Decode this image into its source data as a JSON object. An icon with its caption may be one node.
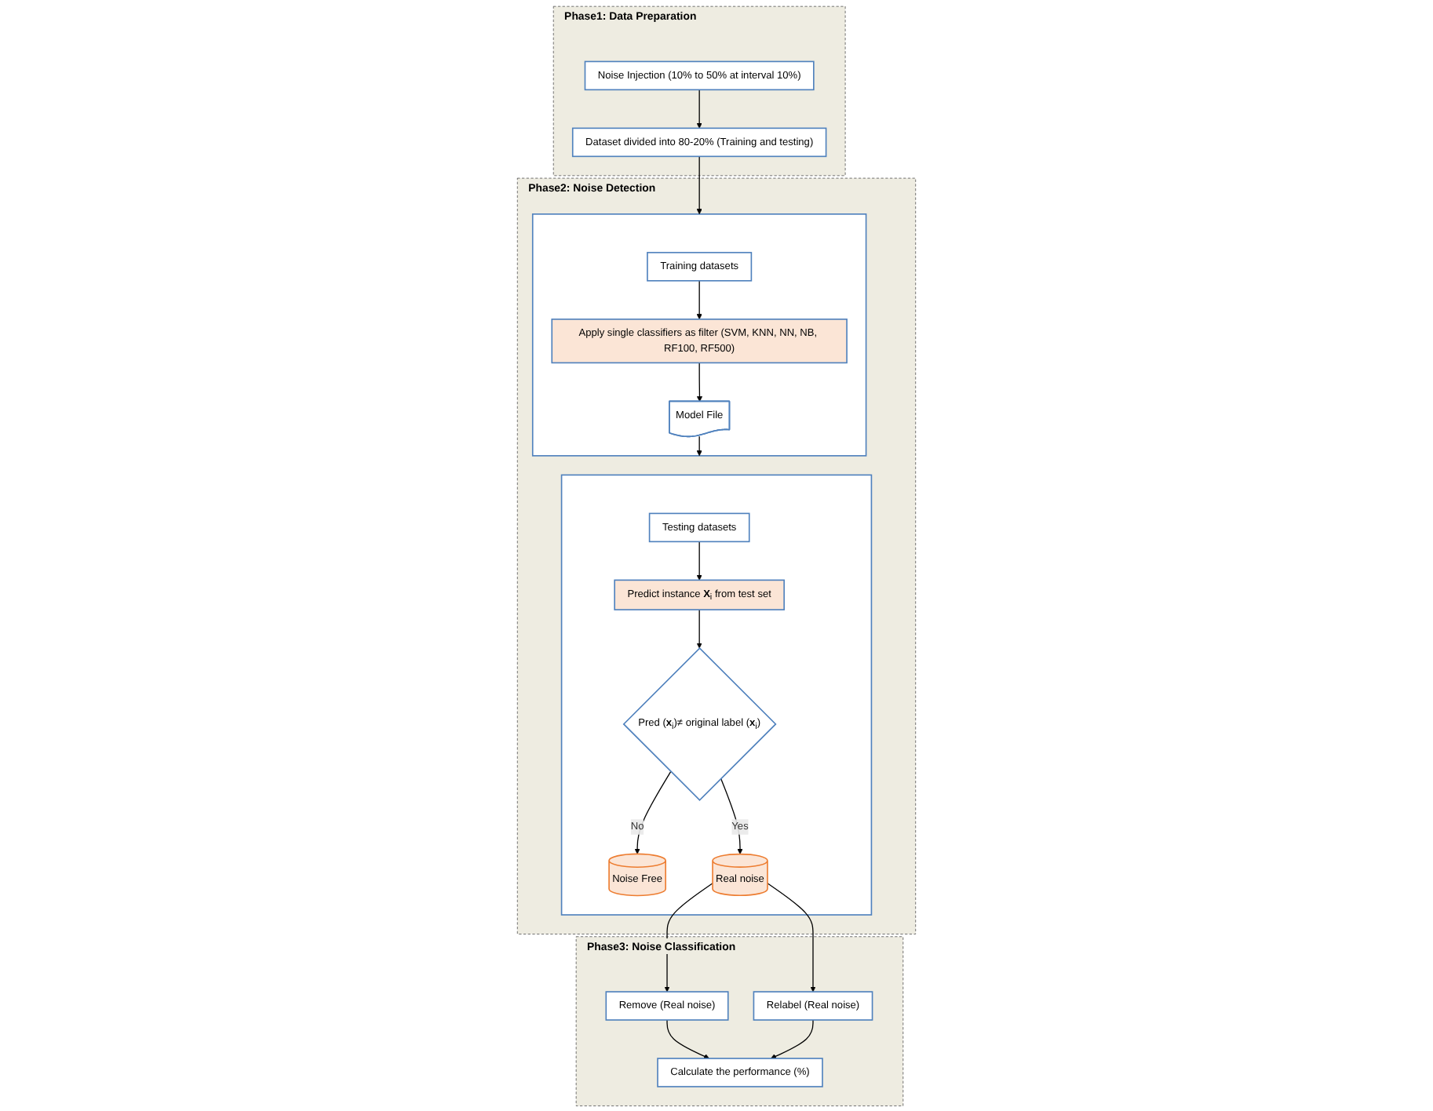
{
  "diagram": {
    "nodes": [
      {
        "text": [
          "Phase1: Data Preparation"
        ]
      },
      {
        "text": [
          "Noise Injection (10% to 50% at interval 10%)"
        ],
        "in": 0
      },
      {
        "text": [
          "Dataset divided into 80-20% (Training and testing)"
        ],
        "in": 0
      },
      {
        "text": [
          "Phase2: Noise Detection"
        ]
      },
      {
        "text": [],
        "shape": "box",
        "in": 3
      },
      {
        "text": [
          "Training datasets"
        ],
        "in": 4
      },
      {
        "text": [
          "Apply single classifiers as filter (SVM, KNN, NN, NB, RF100, RF500)"
        ],
        "in": 4
      },
      {
        "text": [
          "Model File"
        ],
        "in": 4
      },
      {
        "text": [],
        "shape": "box",
        "in": 3
      },
      {
        "text": [
          "Testing datasets"
        ],
        "in": 8
      },
      {
        "text": [
          "Predict instance **X**$_{i}$ from test set"
        ],
        "in": 8
      },
      {
        "text": [
          "Noise Free"
        ],
        "in": 8
      },
      {
        "text": [
          "Pred (**x**$_{i}$)≠ original label (**x**$_{i}$)"
        ],
        "in": 8
      },
      {
        "text": [
          "Real noise"
        ],
        "in": 8
      },
      {
        "text": [
          "Phase3: Noise Classification"
        ]
      },
      {
        "text": [
          "Remove (Real noise)"
        ],
        "in": 14
      },
      {
        "text": [
          "Relabel (Real noise)"
        ],
        "in": 14
      },
      {
        "text": [
          "Calculate the performance (%)"
        ],
        "in": 14
      }
    ],
    "edges": [
      {
        "from": 1,
        "to": 2,
        "arrow": "to"
      },
      {
        "from": 2,
        "to": 4,
        "arrow": "to"
      },
      {
        "from": 5,
        "to": 6,
        "arrow": "to"
      },
      {
        "from": 6,
        "to": 7,
        "arrow": "to"
      },
      {
        "from": 7,
        "to": 8,
        "arrow": "to"
      },
      {
        "from": 9,
        "to": 10,
        "arrow": "to"
      },
      {
        "from": 10,
        "to": 12,
        "arrow": "to"
      },
      {
        "from": 12,
        "to": 11,
        "label": "No",
        "arrow": "to"
      },
      {
        "from": 12,
        "to": 13,
        "label": "Yes",
        "arrow": "to"
      },
      {
        "from": 13,
        "to": 15,
        "arrow": "to"
      },
      {
        "from": 13,
        "to": 16,
        "arrow": "to"
      },
      {
        "from": 15,
        "to": 17,
        "arrow": "to"
      },
      {
        "from": 16,
        "to": 17,
        "arrow": "to"
      }
    ]
  }
}
